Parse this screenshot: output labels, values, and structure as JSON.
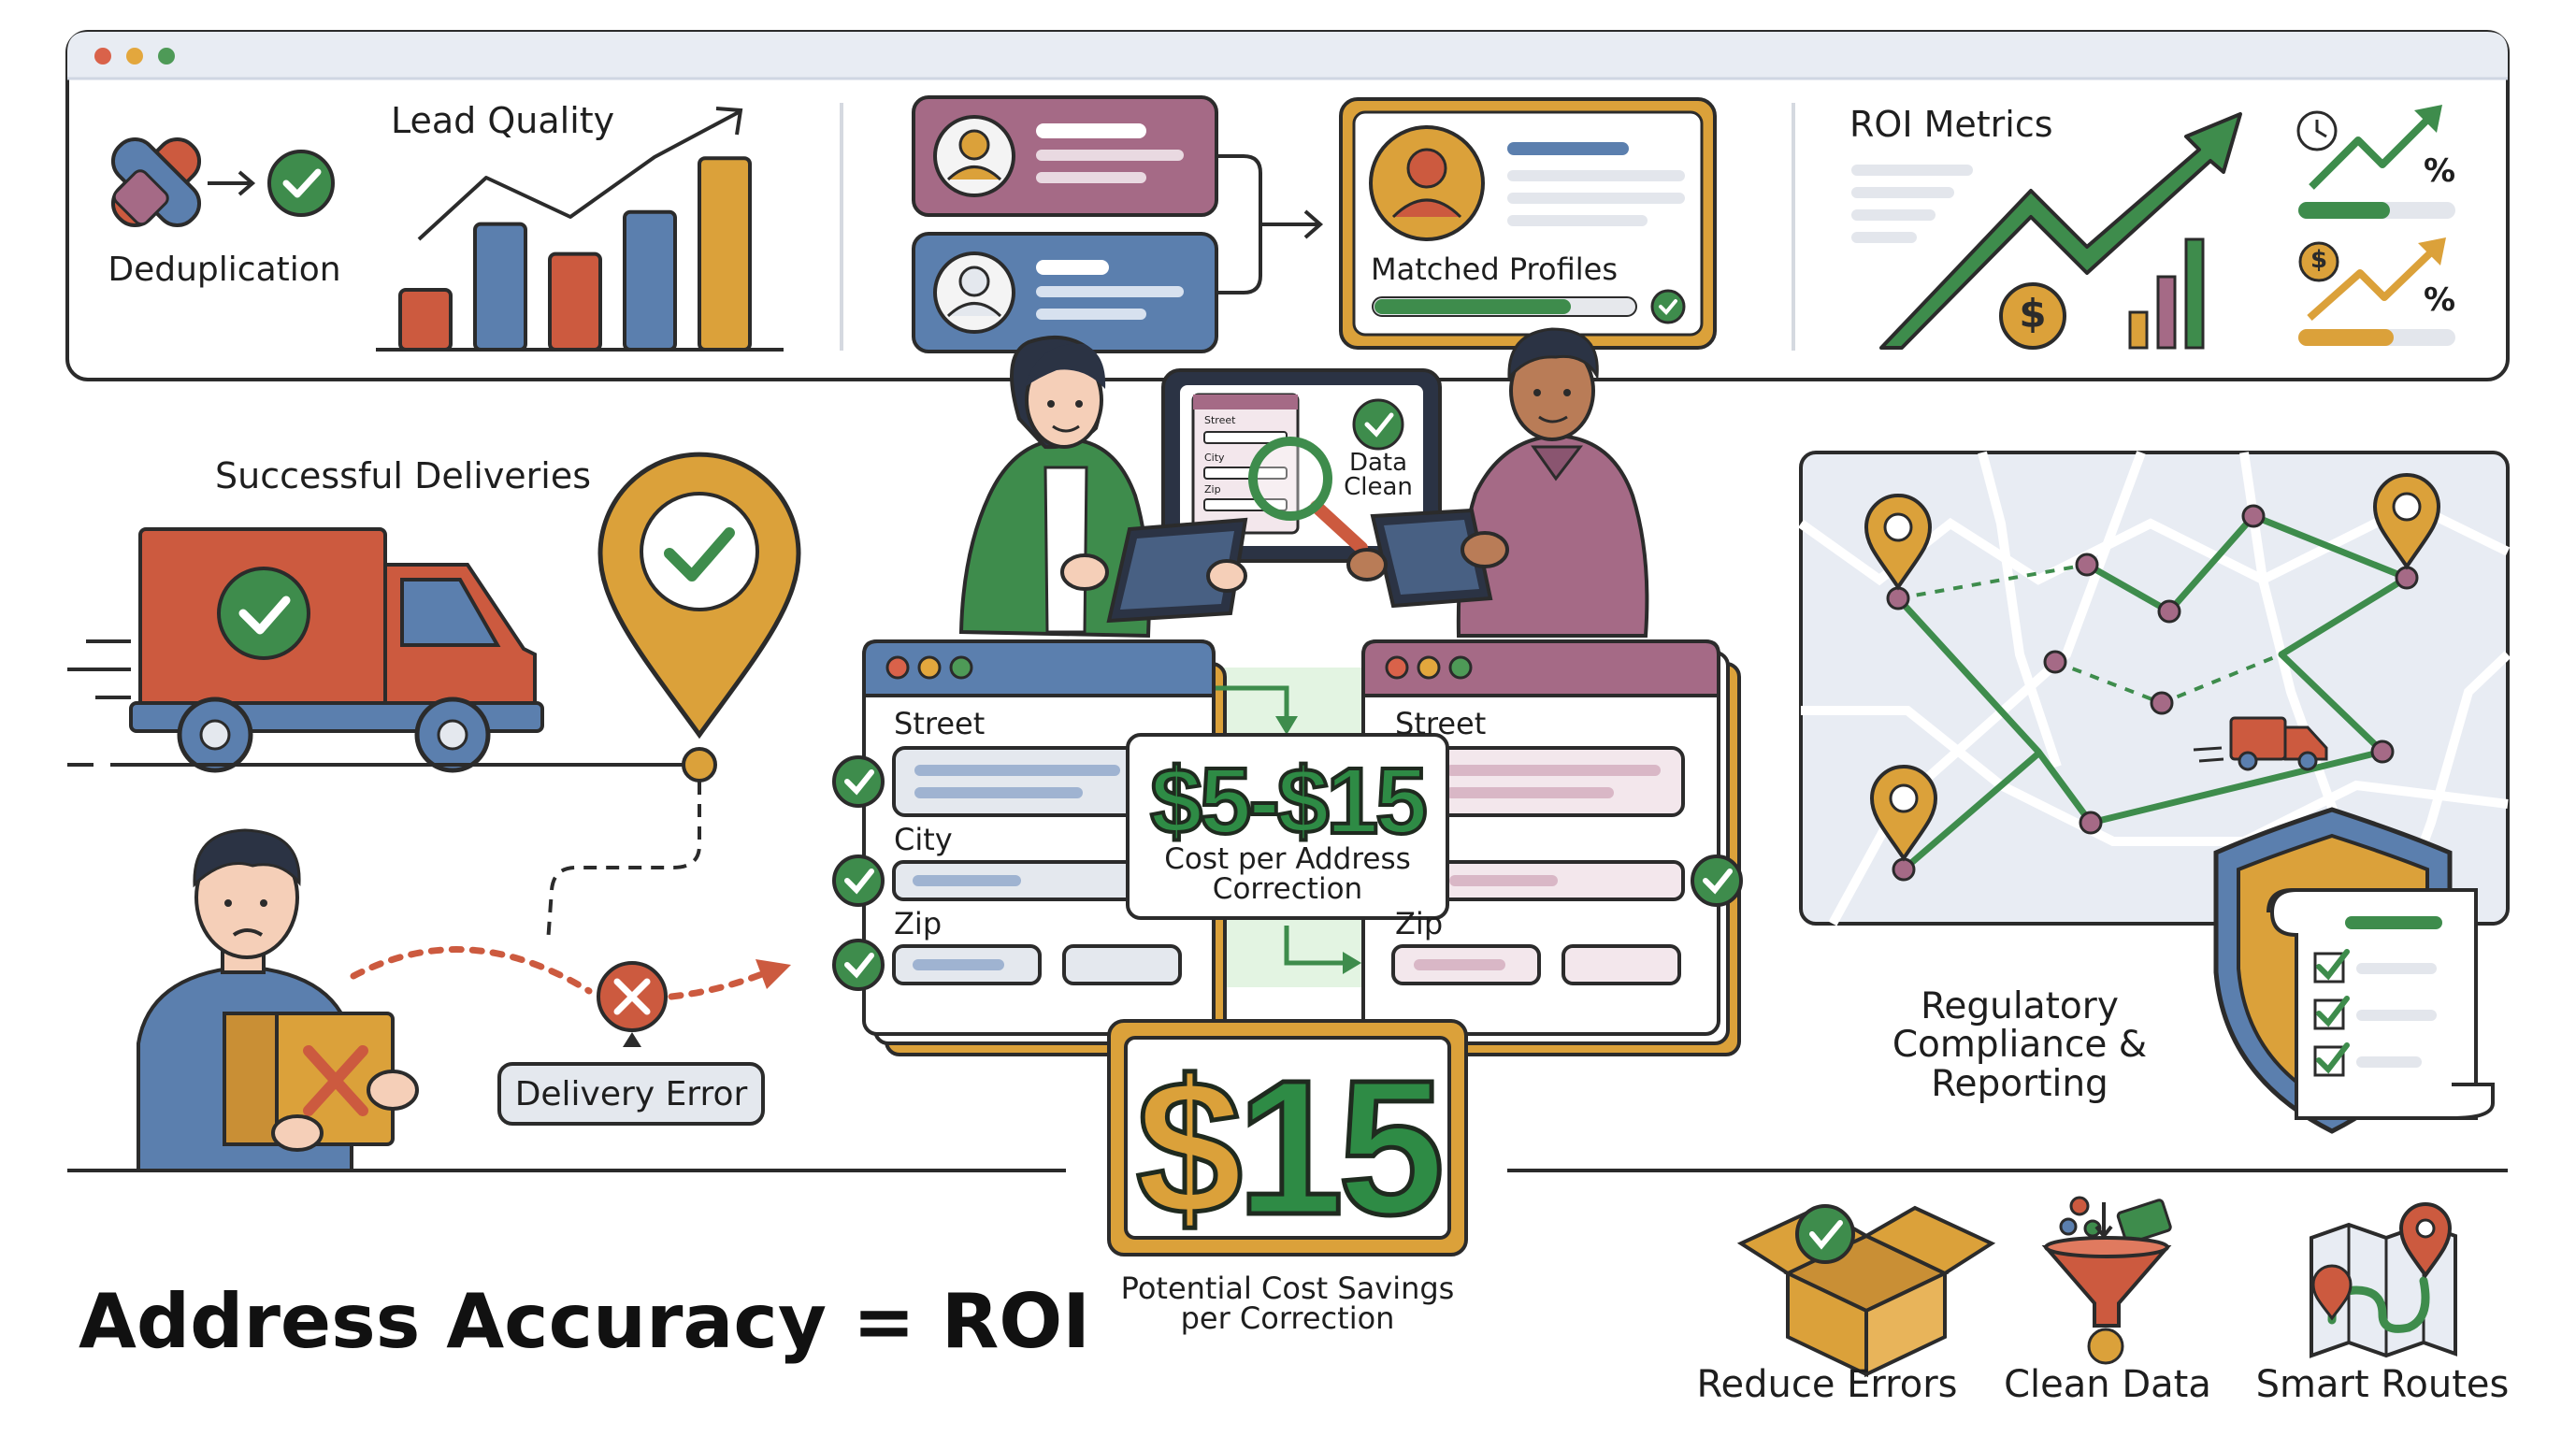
{
  "title": "Address Accuracy = ROI",
  "top_panel": {
    "dedup_label": "Deduplication",
    "lead_quality_label": "Lead Quality",
    "matched_profiles_label": "Matched Profiles",
    "roi_metrics_label": "ROI Metrics",
    "percent_symbol": "%",
    "dollar_symbol": "$"
  },
  "deliveries": {
    "successful_label": "Successful Deliveries",
    "error_label": "Delivery Error"
  },
  "tablet": {
    "street": "Street",
    "city": "City",
    "zip": "Zip",
    "status_line1": "Data",
    "status_line2": "Clean"
  },
  "forms": {
    "left": {
      "street": "Street",
      "city": "City",
      "zip": "Zip"
    },
    "right": {
      "street": "Street",
      "zip": "Zip"
    }
  },
  "cost": {
    "range_value": "$5-$15",
    "range_caption_line1": "Cost per Address",
    "range_caption_line2": "Correction",
    "big_dollar": "$",
    "big_number": "15",
    "savings_caption_line1": "Potential Cost Savings",
    "savings_caption_line2": "per Correction"
  },
  "compliance_label_lines": [
    "Regulatory",
    "Compliance &",
    "Reporting"
  ],
  "bottom_icons": [
    {
      "label": "Reduce Errors",
      "icon": "box-check-icon"
    },
    {
      "label": "Clean Data",
      "icon": "funnel-icon"
    },
    {
      "label": "Smart Routes",
      "icon": "route-map-icon"
    }
  ],
  "colors": {
    "red": "#cc5a3f",
    "blue": "#5b7fae",
    "green": "#3e8c4c",
    "gold": "#dba13a",
    "plum": "#a56a86",
    "outline": "#2b2b2b"
  },
  "chart_data": {
    "type": "bar",
    "title": "Lead Quality",
    "categories": [
      "",
      "",
      "",
      "",
      ""
    ],
    "series": [
      {
        "values": [
          2,
          4.2,
          3.2,
          4.6,
          6.4
        ]
      }
    ],
    "colors": [
      "#cc5a3f",
      "#5b7fae",
      "#cc5a3f",
      "#5b7fae",
      "#dba13a"
    ],
    "ylim": [
      0,
      7
    ],
    "trend": "up"
  }
}
